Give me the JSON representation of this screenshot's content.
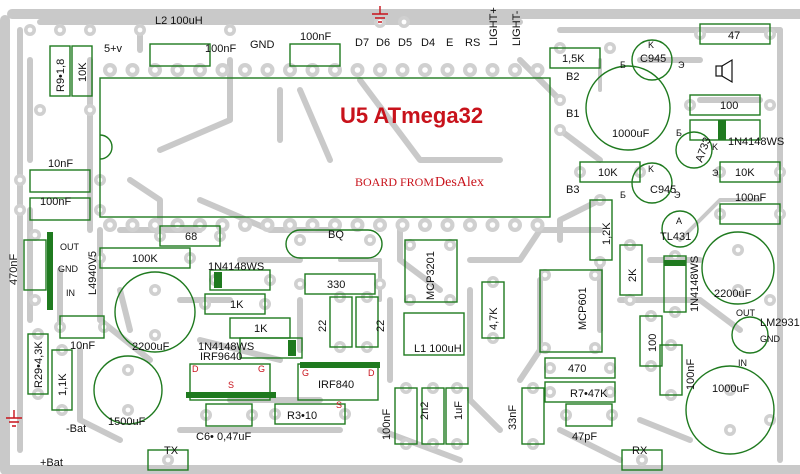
{
  "board": {
    "title": "U5 ATmega32",
    "credit_prefix": "BOARD FROM",
    "credit_author": "DesAlex"
  },
  "labels": {
    "l2": "L2 100uH",
    "nf100_top": "100nF",
    "plus5v": "5+v",
    "gnd_top": "GND",
    "nf100_top2": "100nF",
    "d7": "D7",
    "d6": "D6",
    "d5": "D5",
    "d4": "D4",
    "e": "E",
    "rs": "RS",
    "light_plus": "LIGHT+",
    "light_minus": "LIGHT-",
    "r15k": "1,5K",
    "c945_top": "C945",
    "r47": "47",
    "r9": "R9•1,8",
    "r10k_left": "10K",
    "b2": "B2",
    "b1": "B1",
    "b3": "B3",
    "cap1000_top": "1000uF",
    "r100_top": "100",
    "d1n4148_top": "1N4148WS",
    "a733": "A733",
    "r10k_mid": "10K",
    "c945_mid": "C945",
    "r10k_right": "10K",
    "nf10_left": "10nF",
    "nf100_left": "100nF",
    "nf100_right": "100nF",
    "nf470": "470nF",
    "out": "OUT",
    "gnd_reg": "GND",
    "in": "IN",
    "l4940": "L4940V5",
    "r68": "68",
    "r100k": "100K",
    "bq": "BQ",
    "r12k": "1,2K",
    "tl431": "TL431",
    "r2k": "2K",
    "d1n4148_mid": "1N4148WS",
    "cap2200_right": "2200uF",
    "lm2931": "LM2931",
    "out2": "OUT",
    "gnd2": "GND",
    "in2": "IN",
    "d1n4148_left": "1N4148WS",
    "r1k_a": "1K",
    "r330": "330",
    "mcp3201": "MCP3201",
    "r47k": "4,7K",
    "mcp601": "MCP601",
    "cap2200_left": "2200uF",
    "r1k_b": "1K",
    "c22a": "22",
    "c22b": "22",
    "d1n4148_low": "1N4148WS",
    "irf9640": "IRF9640",
    "irf840": "IRF840",
    "l1": "L1 100uH",
    "r100_right": "100",
    "nf100_vert": "100nF",
    "r29": "R29•4,3K",
    "r11k": "1,1K",
    "nf10_low": "10nF",
    "cap1500": "1500uF",
    "r470": "470",
    "r7": "R7•47K",
    "cap1000_low": "1000uF",
    "bat_minus": "-Bat",
    "bat_plus": "+Bat",
    "c6": "C6• 0,47uF",
    "r3": "R3•10",
    "nf100_low": "100nF",
    "c2n2": "2n2",
    "c1uf": "1uF",
    "nf33": "33nF",
    "pf47": "47pF",
    "tx": "TX",
    "rx": "RX",
    "pin_d": "D",
    "pin_g": "G",
    "pin_s": "S",
    "pin_s2": "S",
    "pin_g2": "G",
    "pin_d2": "D",
    "k1": "K",
    "k2": "K",
    "k3": "K",
    "e1": "Э",
    "e2": "Э",
    "e3": "Э",
    "b_1": "Б",
    "b_2": "Б",
    "b_3": "Б",
    "a_tl": "A"
  }
}
